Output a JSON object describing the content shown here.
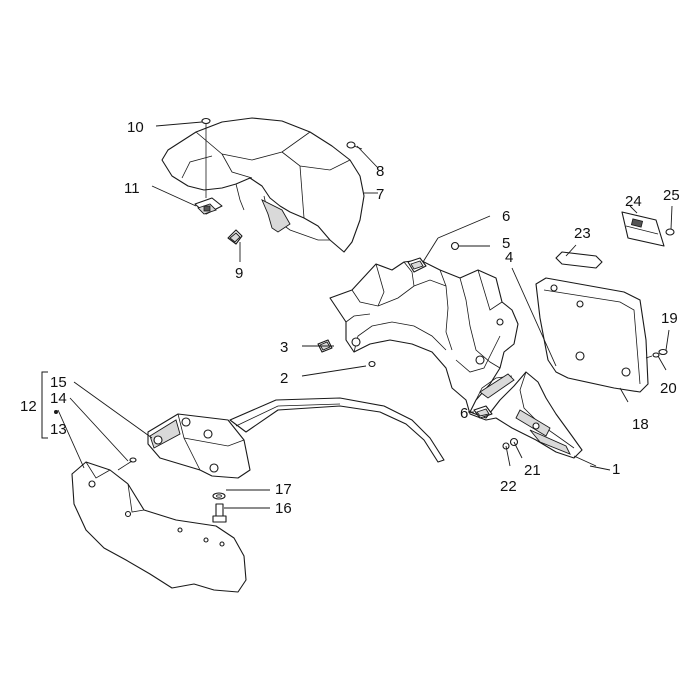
{
  "diagram": {
    "callouts": [
      {
        "id": "c10",
        "text": "10"
      },
      {
        "id": "c8",
        "text": "8"
      },
      {
        "id": "c11",
        "text": "11"
      },
      {
        "id": "c7",
        "text": "7"
      },
      {
        "id": "c9",
        "text": "9"
      },
      {
        "id": "c6a",
        "text": "6"
      },
      {
        "id": "c5",
        "text": "5"
      },
      {
        "id": "c23",
        "text": "23"
      },
      {
        "id": "c24",
        "text": "24"
      },
      {
        "id": "c25",
        "text": "25"
      },
      {
        "id": "c4",
        "text": "4"
      },
      {
        "id": "c3",
        "text": "3"
      },
      {
        "id": "c2",
        "text": "2"
      },
      {
        "id": "c19",
        "text": "19"
      },
      {
        "id": "c20",
        "text": "20"
      },
      {
        "id": "c18",
        "text": "18"
      },
      {
        "id": "c15",
        "text": "15"
      },
      {
        "id": "c14",
        "text": "14"
      },
      {
        "id": "c12",
        "text": "12"
      },
      {
        "id": "c13",
        "text": "13"
      },
      {
        "id": "c6b",
        "text": "6"
      },
      {
        "id": "c1",
        "text": "1"
      },
      {
        "id": "c21",
        "text": "21"
      },
      {
        "id": "c22",
        "text": "22"
      },
      {
        "id": "c17",
        "text": "17"
      },
      {
        "id": "c16",
        "text": "16"
      }
    ],
    "colors": {
      "line": "#1a1a1a",
      "fill": "#ffffff",
      "shade": "#d9d9d9"
    }
  }
}
